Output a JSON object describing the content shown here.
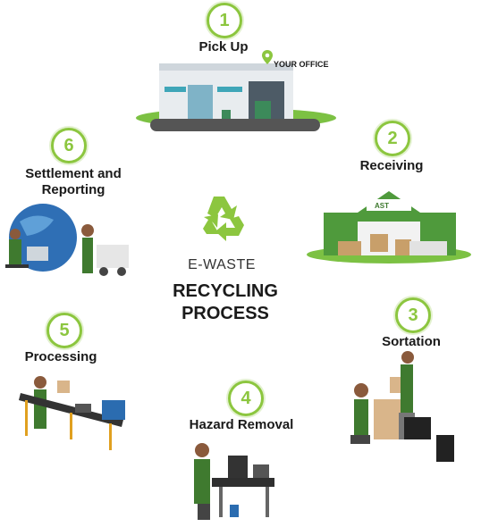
{
  "center": {
    "subtitle": "E-WASTE",
    "title_line1": "RECYCLING",
    "title_line2": "PROCESS",
    "icon": "recycle-icon"
  },
  "steps": [
    {
      "number": "1",
      "label": "Pick Up",
      "tag": "YOUR OFFICE"
    },
    {
      "number": "2",
      "label": "Receiving",
      "sign": "AST"
    },
    {
      "number": "3",
      "label": "Sortation"
    },
    {
      "number": "4",
      "label": "Hazard Removal"
    },
    {
      "number": "5",
      "label": "Processing"
    },
    {
      "number": "6",
      "label_line1": "Settlement and",
      "label_line2": "Reporting"
    }
  ],
  "colors": {
    "accent": "#8cc63f",
    "dark_green": "#3f7a2f",
    "text": "#1a1a1a"
  }
}
